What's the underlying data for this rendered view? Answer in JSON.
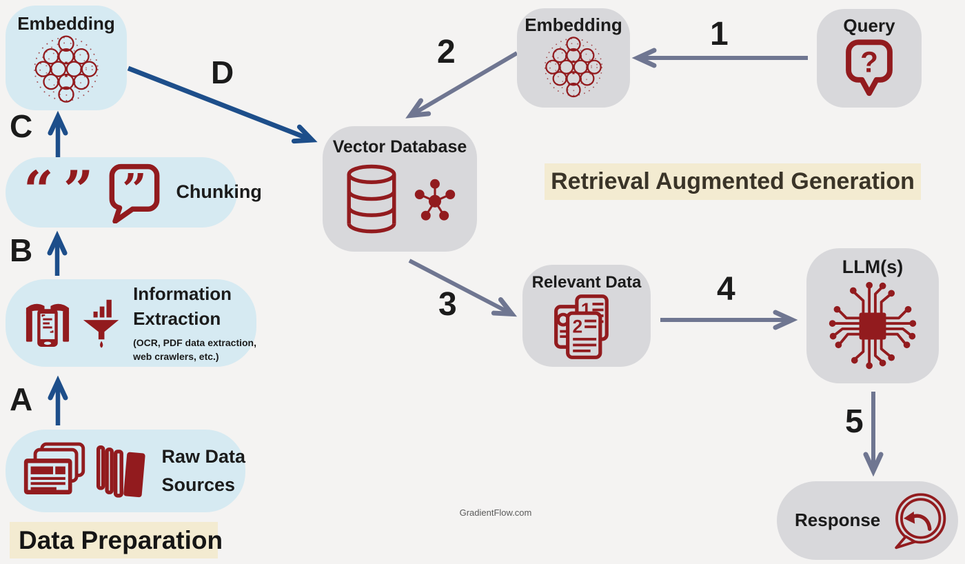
{
  "colors": {
    "background": "#f4f3f2",
    "blue_box": "#d6eaf2",
    "gray_box": "#d8d8db",
    "accent_red": "#921b1e",
    "navy_arrow": "#1d4e8a",
    "slate_arrow": "#6f7691",
    "beige_highlight": "#f3ebd1",
    "right_title_color": "#3a3428"
  },
  "watermark": "GradientFlow.com",
  "sections": {
    "left_title": "Data Preparation",
    "right_title": "Retrieval Augmented Generation"
  },
  "nodes": {
    "embedding_left": {
      "label": "Embedding",
      "icon": "embedding-network-icon"
    },
    "chunking": {
      "label": "Chunking",
      "icon": "quote-bubble-icon",
      "quote_open": "“",
      "quote_close": "”",
      "bubble_quote": "”"
    },
    "information_extraction": {
      "line1": "Information",
      "line2": "Extraction",
      "note_line1": "(OCR, PDF data extraction,",
      "note_line2": "web crawlers, etc.)",
      "icons": [
        "ocr-scan-icon",
        "funnel-filter-icon"
      ]
    },
    "raw_data_sources": {
      "line1": "Raw Data",
      "line2": "Sources",
      "icons": [
        "newspaper-stack-icon",
        "book-stack-icon"
      ]
    },
    "embedding_top": {
      "label": "Embedding",
      "icon": "embedding-network-icon"
    },
    "query": {
      "label": "Query",
      "icon": "question-bubble-icon",
      "glyph": "?"
    },
    "vector_database": {
      "label": "Vector Database",
      "icons": [
        "database-cylinder-icon",
        "vector-cluster-icon"
      ]
    },
    "relevant_data": {
      "label": "Relevant Data",
      "icon": "documents-icon",
      "doc_numbers": [
        "1",
        "2"
      ]
    },
    "llms": {
      "label": "LLM(s)",
      "icon": "chip-circuit-icon"
    },
    "response": {
      "label": "Response",
      "icon": "reply-bubble-icon"
    }
  },
  "edge_labels": {
    "a": "A",
    "b": "B",
    "c": "C",
    "d": "D",
    "s1": "1",
    "s2": "2",
    "s3": "3",
    "s4": "4",
    "s5": "5"
  }
}
